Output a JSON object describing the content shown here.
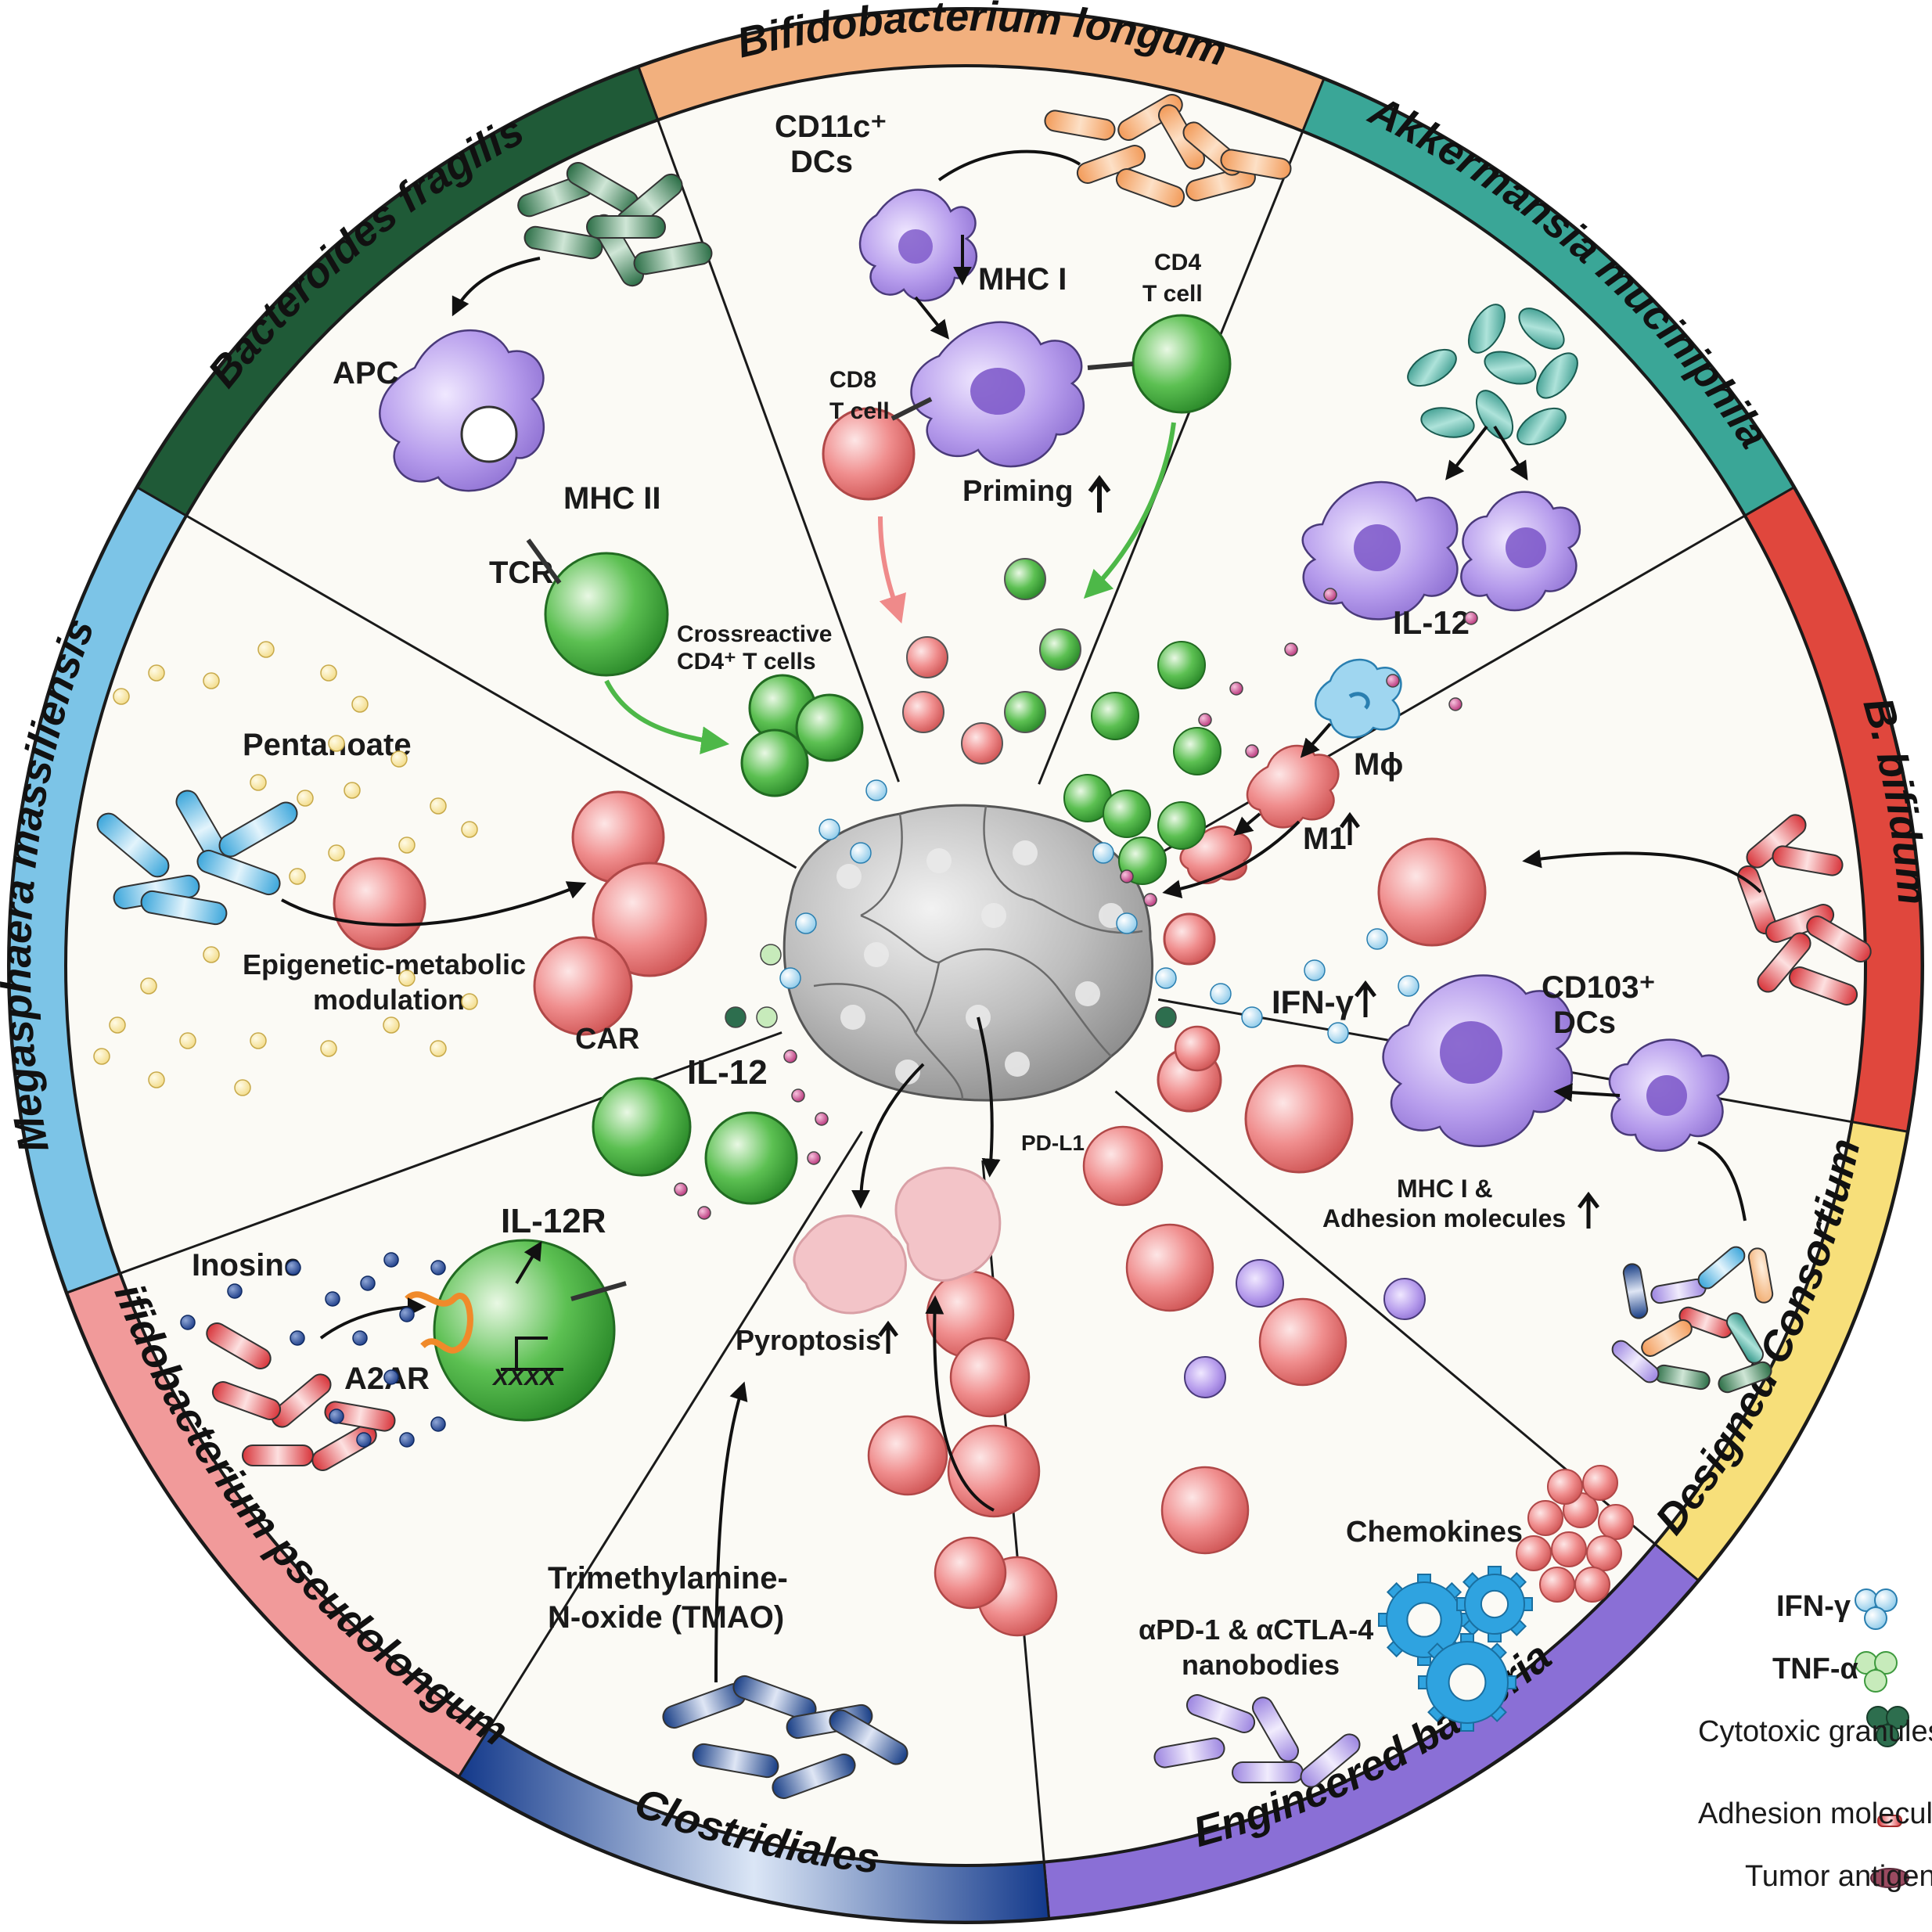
{
  "colors": {
    "background": "#ffffff",
    "panel": "#fbfaf5",
    "outline": "#1a1a1a",
    "t_cell_green": "#4db848",
    "cd8_pink": "#ef8a8a",
    "dc_purple": "#a98be0",
    "tumor_gray": "#b8b8b8",
    "ifn_blue": "#9fd6f0",
    "tnf_green": "#a9dc9a",
    "granule_green": "#2d6e4e",
    "pentanoate_yellow": "#fbeeb0",
    "il12_magenta": "#b8347a",
    "inosine_navy": "#1f3f8a"
  },
  "bands": [
    {
      "label": "Bifidobacterium longum",
      "color": "#f2b07e"
    },
    {
      "label": "Akkermansia muciniphila",
      "color": "#3aa697"
    },
    {
      "label": "B. bifidum",
      "color": "#e0473d"
    },
    {
      "label": "Designed Consortium",
      "color": "#f7df7a"
    },
    {
      "label": "Engineered bacteria",
      "color": "#8a6fd6"
    },
    {
      "label": "Clostridiales",
      "color": "#1f4a93"
    },
    {
      "label": "Bifidobacterium pseudolongum",
      "color": "#f19a9a"
    },
    {
      "label": "Megasphaera massiliensis",
      "color": "#7cc4e7"
    },
    {
      "label": "Bacteroides fragilis",
      "color": "#1f5a37"
    }
  ],
  "panels": {
    "b_longum": {
      "dc_label_line1": "CD11c⁺",
      "dc_label_line2": "DCs",
      "mhc": "MHC I",
      "cd4_line1": "CD4",
      "cd4_line2": "T cell",
      "cd8_line1": "CD8",
      "cd8_line2": "T cell",
      "priming": "Priming"
    },
    "akkermansia": {
      "il12": "IL-12",
      "macrophage": "Mϕ",
      "m1": "M1"
    },
    "b_bifidum": {
      "ifn": "IFN-γ",
      "dc_line1": "CD103⁺",
      "dc_line2": "DCs",
      "mhc_line1": "MHC I &",
      "mhc_line2": "Adhesion molecules"
    },
    "engineered": {
      "pdl1": "PD-L1",
      "chemokines": "Chemokines",
      "nano_line1": "αPD-1 & αCTLA-4",
      "nano_line2": "nanobodies"
    },
    "clostridiales": {
      "pyroptosis": "Pyroptosis",
      "tmao_line1": "Trimethylamine-",
      "tmao_line2": "N-oxide (TMAO)"
    },
    "pseudolongum": {
      "il12": "IL-12",
      "il12r": "IL-12R",
      "inosine": "Inosine",
      "a2ar": "A2AR",
      "xxxx": "XXXX"
    },
    "megasphaera": {
      "pentanoate": "Pentanoate",
      "epi_line1": "Epigenetic-metabolic",
      "epi_line2": "modulation",
      "car": "CAR"
    },
    "b_fragilis": {
      "apc": "APC",
      "mhc": "MHC II",
      "tcr": "TCR",
      "cross_line1": "Crossreactive",
      "cross_line2": "CD4⁺ T cells"
    }
  },
  "legend": [
    {
      "label": "IFN-γ",
      "icon": "ifn-cluster-icon",
      "color": "#9fd6f0",
      "bold": true
    },
    {
      "label": "TNF-α",
      "icon": "tnf-cluster-icon",
      "color": "#a9dc9a",
      "bold": true
    },
    {
      "label": "Cytotoxic granules",
      "icon": "granule-cluster-icon",
      "color": "#2d6e4e",
      "bold": false
    },
    {
      "label": "Adhesion molecules",
      "icon": "adhesion-molecule-icon",
      "color": "#e0473d",
      "bold": false
    },
    {
      "label": "Tumor antigen",
      "icon": "tumor-antigen-icon",
      "color": "#9a4a60",
      "bold": false
    }
  ]
}
